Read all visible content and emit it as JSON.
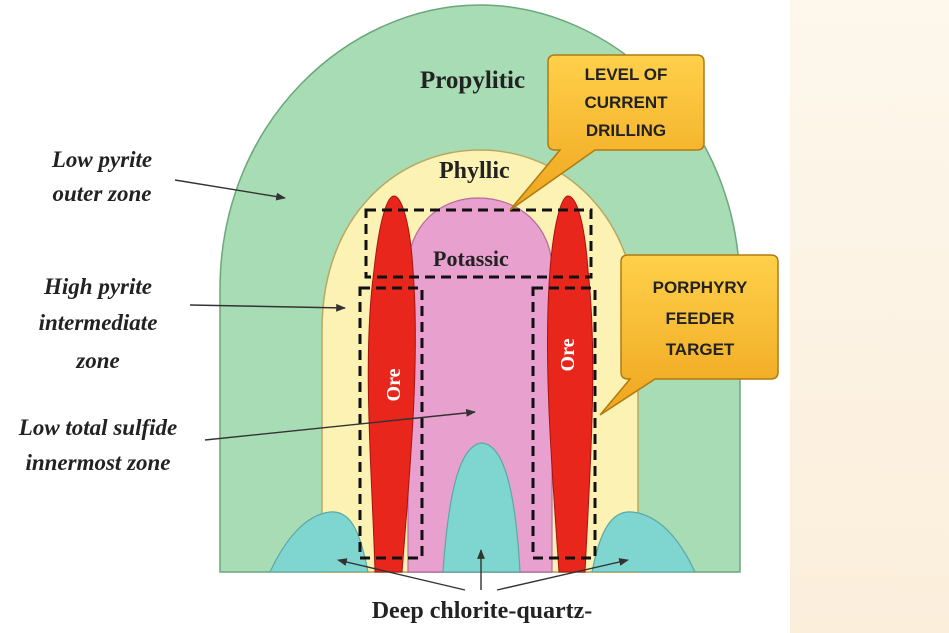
{
  "zones": {
    "propylitic": "Propylitic",
    "phyllic": "Phyllic",
    "potassic": "Potassic",
    "ore_left": "Ore",
    "ore_right": "Ore"
  },
  "left_labels": {
    "low_pyrite": [
      "Low pyrite",
      "outer zone"
    ],
    "high_pyrite": [
      "High pyrite",
      "intermediate",
      "zone"
    ],
    "low_sulfide": [
      "Low total sulfide",
      "innermost zone"
    ]
  },
  "callouts": {
    "drilling": [
      "LEVEL OF",
      "CURRENT",
      "DRILLING"
    ],
    "feeder": [
      "PORPHYRY",
      "FEEDER",
      "TARGET"
    ]
  },
  "bottom_label": "Deep chlorite-quartz-",
  "colors": {
    "propylitic": "#a8dcb4",
    "phyllic": "#fbf2b4",
    "potassic": "#e8a0cf",
    "ore": "#e8261c",
    "deep": "#7fd6d0",
    "callout": "#f4b731"
  }
}
